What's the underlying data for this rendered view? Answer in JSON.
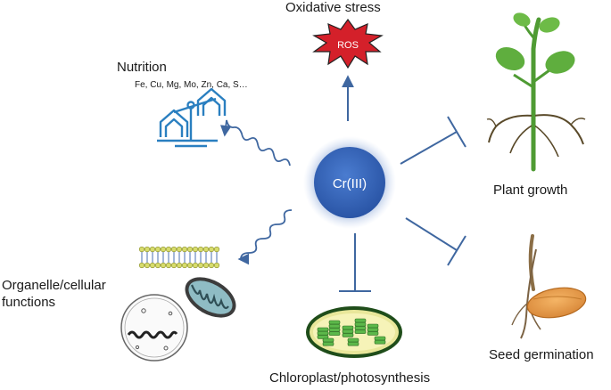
{
  "center": {
    "label": "Cr(III)"
  },
  "ros_badge": {
    "label": "ROS"
  },
  "labels": {
    "oxidative_stress": "Oxidative stress",
    "nutrition": "Nutrition",
    "nutrients": "Fe, Cu, Mg, Mo, Zn, Ca, S…",
    "plant_growth": "Plant growth",
    "organelle_line1": "Organelle/cellular",
    "organelle_line2": "functions",
    "seed_germination": "Seed germination",
    "chloroplast": "Chloroplast/photosynthesis"
  },
  "colors": {
    "center_blue": "#2f5fb0",
    "arrow_blue": "#3f67a0",
    "ros_red": "#d4202a",
    "plant_green": "#5aa53a",
    "chloroplast_yellow": "#e9e79a",
    "mito_teal": "#8fbcc4"
  }
}
